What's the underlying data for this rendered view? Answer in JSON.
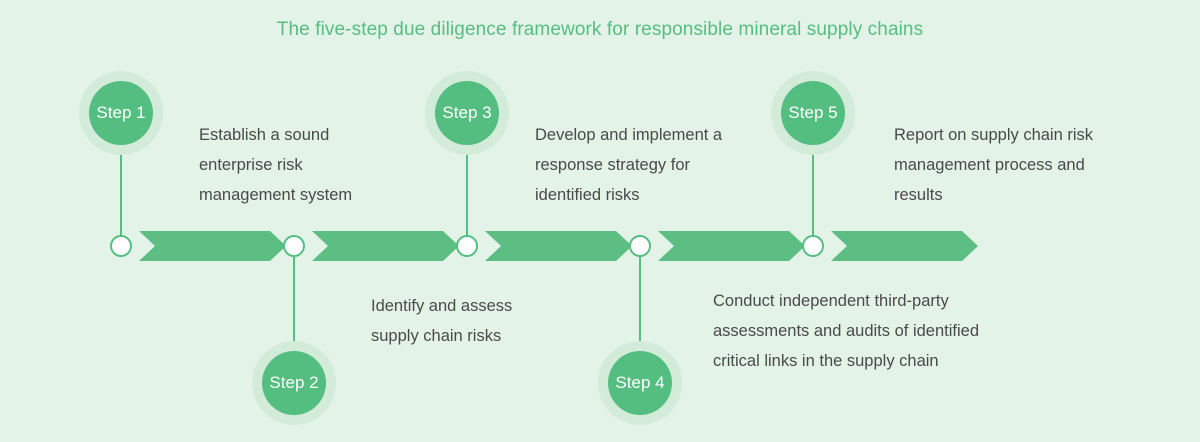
{
  "title": "The five-step due diligence framework for responsible mineral supply chains",
  "colors": {
    "background": "#e3f3e8",
    "accent": "#55be81",
    "arrow": "#5cbe82",
    "halo": "#d3ecda",
    "bubble": "#54bd80",
    "title_text": "#55be81",
    "body_text": "#4a4a4a",
    "node_fill": "#ffffff"
  },
  "steps": [
    {
      "label": "Step 1",
      "description": "Establish a sound enterprise risk management system",
      "position": "above"
    },
    {
      "label": "Step 2",
      "description": "Identify and assess supply chain risks",
      "position": "below"
    },
    {
      "label": "Step 3",
      "description": "Develop and implement a response strategy for identified risks",
      "position": "above"
    },
    {
      "label": "Step 4",
      "description": "Conduct independent third-party assessments and audits of identified critical links in the supply chain",
      "position": "below"
    },
    {
      "label": "Step 5",
      "description": "Report on supply chain risk management process and results",
      "position": "above"
    }
  ],
  "arrows_count": 5
}
